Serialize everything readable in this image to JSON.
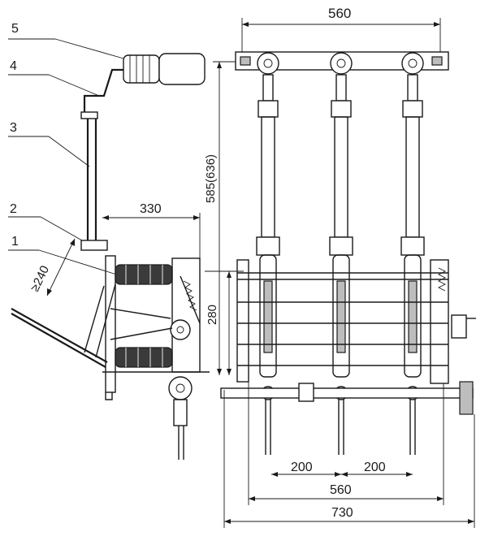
{
  "part_labels": [
    "1",
    "2",
    "3",
    "4",
    "5"
  ],
  "dimensions": {
    "top_width": "560",
    "overall_height": "585(636)",
    "side_depth": "330",
    "middle_height": "280",
    "handle_clearance": "≥240",
    "pole_spacing_left": "200",
    "pole_spacing_right": "200",
    "bottom_width": "560",
    "overall_width": "730"
  },
  "colors": {
    "ink": "#1a1a1a",
    "paper": "#ffffff"
  }
}
